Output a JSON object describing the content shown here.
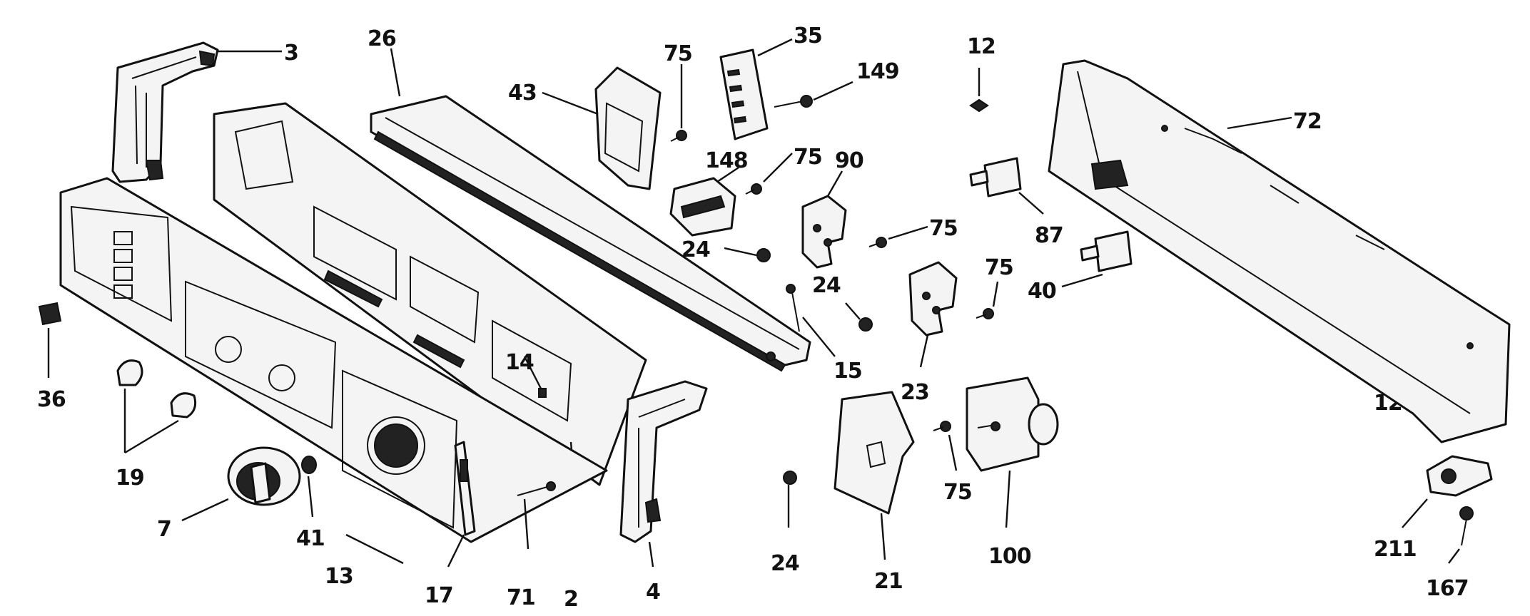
{
  "diagram": {
    "labels": {
      "p3": "3",
      "p26": "26",
      "p43": "43",
      "p75a": "75",
      "p35": "35",
      "p149": "149",
      "p12a": "12",
      "p72": "72",
      "p148": "148",
      "p75b": "75",
      "p90": "90",
      "p24a": "24",
      "p75c": "75",
      "p87": "87",
      "p24b": "24",
      "p75d": "75",
      "p40": "40",
      "p14": "14",
      "p15": "15",
      "p23": "23",
      "p12b": "12",
      "p36": "36",
      "p19": "19",
      "p75e": "75",
      "p7": "7",
      "p41": "41",
      "p13": "13",
      "p17": "17",
      "p71": "71",
      "p2": "2",
      "p4": "4",
      "p24c": "24",
      "p21": "21",
      "p100": "100",
      "p211": "211",
      "p167": "167"
    }
  }
}
